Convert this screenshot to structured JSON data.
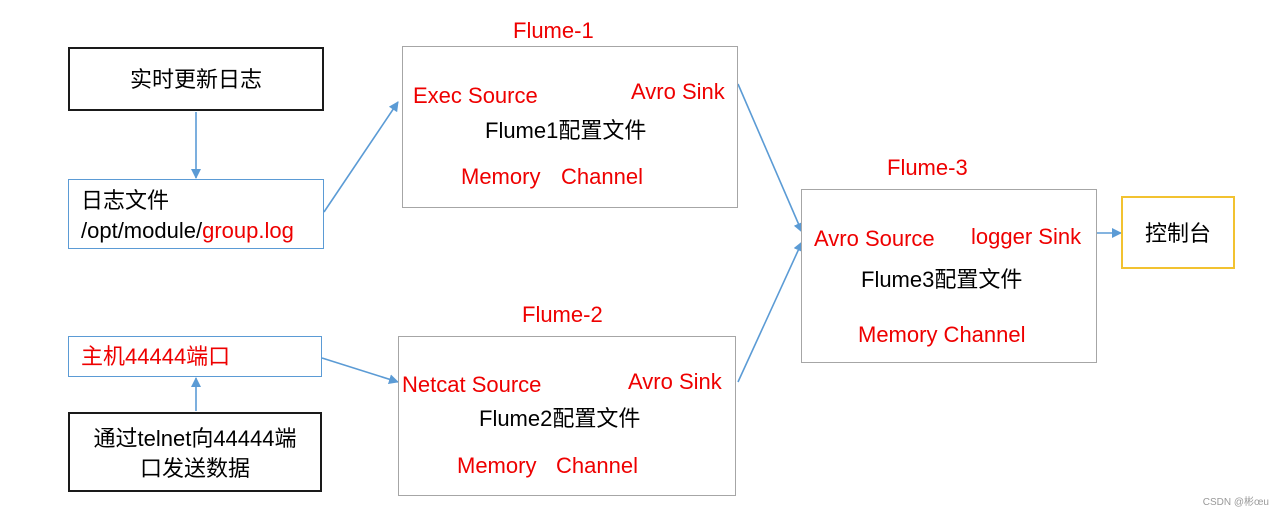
{
  "sources": {
    "realtime_log": "实时更新日志",
    "logfile_line1": "日志文件",
    "logfile_path_prefix": "/opt/module/",
    "logfile_path_file": "group.log",
    "host_port": "主机44444端口",
    "telnet_line1": "通过telnet向44444端",
    "telnet_line2": "口发送数据"
  },
  "flume1": {
    "title": "Flume-1",
    "source": "Exec Source",
    "sink": "Avro Sink",
    "config": "Flume1配置文件",
    "channel_memory": "Memory",
    "channel_word": "Channel"
  },
  "flume2": {
    "title": "Flume-2",
    "source": "Netcat Source",
    "sink": "Avro Sink",
    "config": "Flume2配置文件",
    "channel_memory": "Memory",
    "channel_word": "Channel"
  },
  "flume3": {
    "title": "Flume-3",
    "source": "Avro Source",
    "sink": "logger Sink",
    "config": "Flume3配置文件",
    "channel": "Memory Channel"
  },
  "console": "控制台",
  "watermark": "CSDN @彬œu",
  "colors": {
    "agent_text": "#ee0000",
    "arrow": "#5b9bd5",
    "agent_border": "#a6a6a6",
    "console_border": "#f2c230"
  }
}
